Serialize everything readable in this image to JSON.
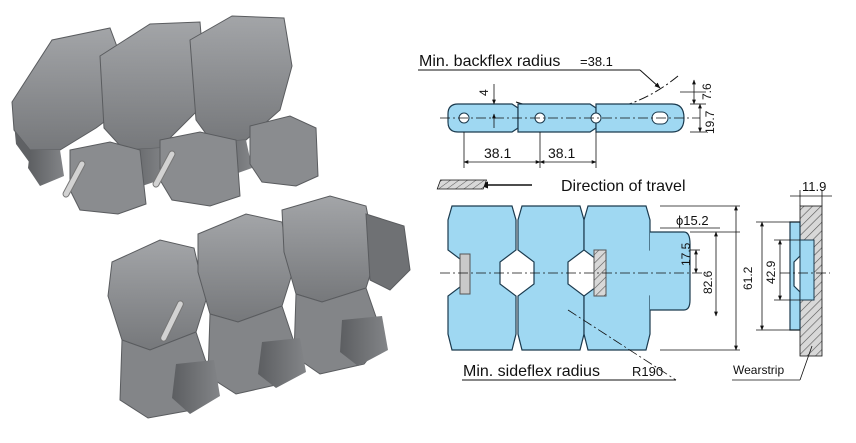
{
  "colors": {
    "part_fill": "#9fd8f2",
    "part_stroke": "#1b3a4e",
    "chain_gray": "#7a7c7f",
    "chain_gray_light": "#96989b",
    "chain_gray_dark": "#55575a",
    "pin": "#c9c9c9",
    "line": "#111111"
  },
  "labels": {
    "backflex_title": "Min. backflex radius",
    "backflex_value": "=38.1",
    "direction": "Direction of travel",
    "sideflex_title": "Min. sideflex radius",
    "sideflex_value": "R190",
    "wearstrip": "Wearstrip"
  },
  "dimensions": {
    "top_pin_offset": "4",
    "rise": "7.6",
    "height": "19.7",
    "pitch_1": "38.1",
    "pitch_2": "38.1",
    "hole_dia": "ϕ15.2",
    "tab_height": "17.5",
    "outer_width": "82.6",
    "plate_width": "61.2",
    "inner_width": "42.9",
    "wearstrip_width": "11.9"
  }
}
